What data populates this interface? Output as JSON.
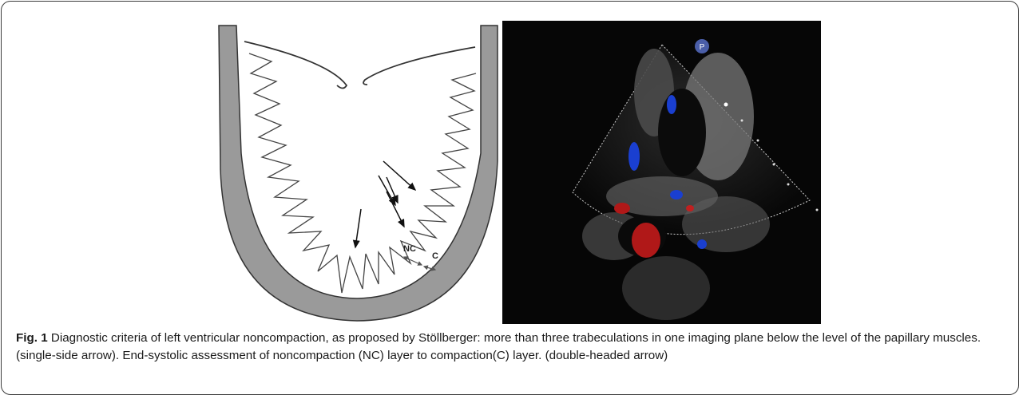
{
  "figure": {
    "label": "Fig. 1",
    "caption": " Diagnostic criteria of left ventricular noncompaction, as proposed by Stöllberger: more than three trabeculations in one imaging plane below the level of the papillary muscles. (single-side arrow). End-systolic assessment of noncompaction (NC) layer to compaction(C) layer. (double-headed arrow)"
  },
  "diagram": {
    "nc_label": "NC",
    "c_label": "C",
    "wall_color": "#9a9a9a",
    "line_color": "#333333"
  },
  "echo": {
    "marker_label": "P",
    "doppler_red": "#b01818",
    "doppler_blue": "#1a3fd0"
  }
}
